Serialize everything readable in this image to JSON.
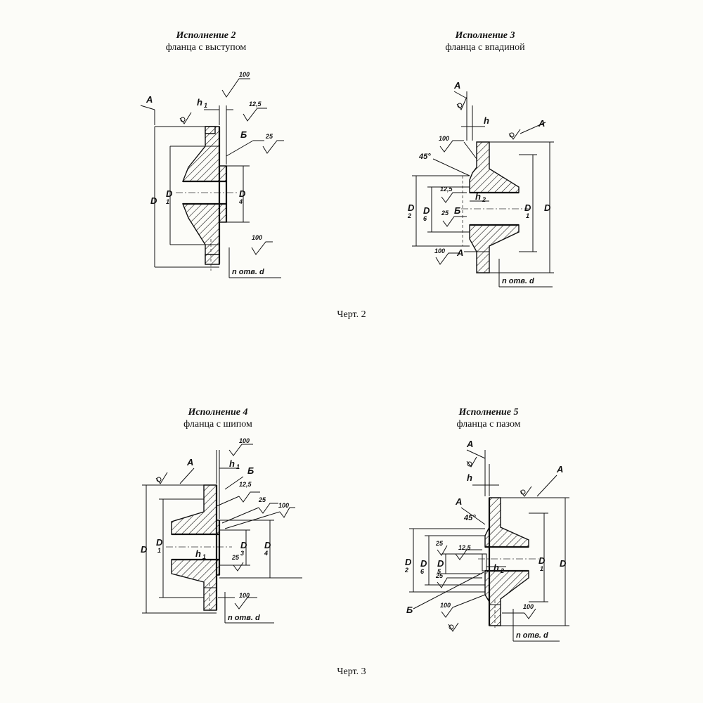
{
  "figures": [
    {
      "title": "Исполнение 2",
      "subtitle": "фланца с выступом",
      "labels": {
        "A": "А",
        "B": "Б",
        "D": "D",
        "D1": "D",
        "D1sub": "1",
        "D4": "D",
        "D4sub": "4",
        "h1": "h",
        "h1sub": "1",
        "r100a": "100",
        "r12": "12,5",
        "r25": "25",
        "r100b": "100",
        "holes": "n отв. d"
      }
    },
    {
      "title": "Исполнение 3",
      "subtitle": "фланца с впадиной",
      "labels": {
        "A1": "А",
        "A2": "А",
        "A3": "А",
        "B": "Б",
        "D": "D",
        "D1": "D",
        "D1sub": "1",
        "D2": "D",
        "D2sub": "2",
        "D6": "D",
        "D6sub": "6",
        "h": "h",
        "h2": "h",
        "h2sub": "2",
        "ang": "45°",
        "r100a": "100",
        "r12": "12,5",
        "r25": "25",
        "r100b": "100",
        "holes": "n отв. d"
      }
    },
    {
      "title": "Исполнение 4",
      "subtitle": "фланца с шипом",
      "labels": {
        "A": "А",
        "B": "Б",
        "D": "D",
        "D1": "D",
        "D1sub": "1",
        "D3": "D",
        "D3sub": "3",
        "D4": "D",
        "D4sub": "4",
        "h1": "h",
        "h1sub": "1",
        "h2": "h",
        "h2sub": "1",
        "r100a": "100",
        "r12": "12,5",
        "r25a": "25",
        "r100c": "100",
        "r25b": "25",
        "r100b": "100",
        "holes": "n отв. d"
      }
    },
    {
      "title": "Исполнение 5",
      "subtitle": "фланца с пазом",
      "labels": {
        "A1": "А",
        "A2": "А",
        "A3": "А",
        "B": "Б",
        "D": "D",
        "D1": "D",
        "D1sub": "1",
        "D2": "D",
        "D2sub": "2",
        "D6": "D",
        "D6sub": "6",
        "D5": "D",
        "D5sub": "5",
        "h": "h",
        "h2": "h",
        "h2sub": "2",
        "ang": "45°",
        "r25a": "25",
        "r12": "12,5",
        "r25b": "25",
        "r100a": "100",
        "r100b": "100",
        "holes": "n отв. d"
      }
    }
  ],
  "captions": {
    "chert2": "Черт. 2",
    "chert3": "Черт. 3"
  }
}
